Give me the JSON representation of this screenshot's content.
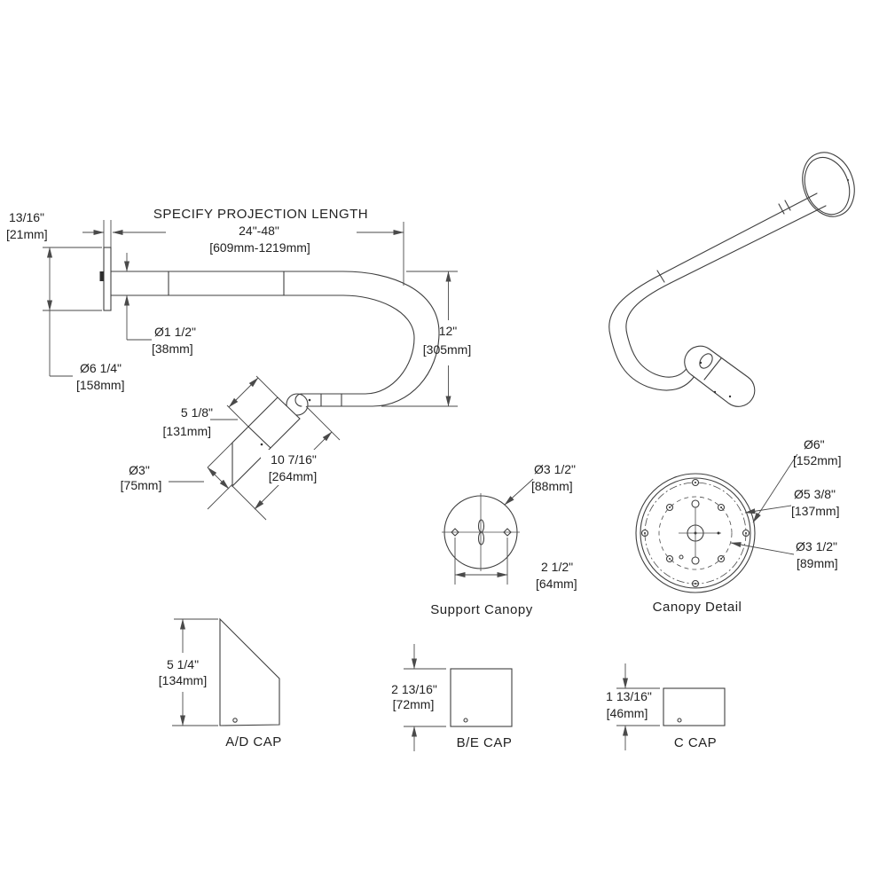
{
  "projection": {
    "title": "SPECIFY PROJECTION LENGTH",
    "range_in": "24\"-48\"",
    "range_mm": "[609mm-1219mm]"
  },
  "main_view": {
    "plate_thickness_in": "13/16\"",
    "plate_thickness_mm": "[21mm]",
    "arm_dia_in": "Ø1 1/2\"",
    "arm_dia_mm": "[38mm]",
    "backplate_dia_in": "Ø6 1/4\"",
    "backplate_dia_mm": "[158mm]",
    "drop_in": "12\"",
    "drop_mm": "[305mm]",
    "head_body_in": "5 1/8\"",
    "head_body_mm": "[131mm]",
    "head_overall_in": "10 7/16\"",
    "head_overall_mm": "[264mm]",
    "head_opening_in": "Ø3\"",
    "head_opening_mm": "[75mm]"
  },
  "support_canopy": {
    "caption": "Support Canopy",
    "dia_in": "Ø3 1/2\"",
    "dia_mm": "[88mm]",
    "holes_in": "2 1/2\"",
    "holes_mm": "[64mm]"
  },
  "canopy_detail": {
    "caption": "Canopy Detail",
    "outer_in": "Ø6\"",
    "outer_mm": "[152mm]",
    "bolt_in": "Ø5 3/8\"",
    "bolt_mm": "[137mm]",
    "inner_in": "Ø3 1/2\"",
    "inner_mm": "[89mm]"
  },
  "caps": [
    {
      "label": "A/D CAP",
      "dim_in": "5 1/4\"",
      "dim_mm": "[134mm]"
    },
    {
      "label": "B/E CAP",
      "dim_in": "2 13/16\"",
      "dim_mm": "[72mm]"
    },
    {
      "label": "C CAP",
      "dim_in": "1 13/16\"",
      "dim_mm": "[46mm]"
    }
  ]
}
